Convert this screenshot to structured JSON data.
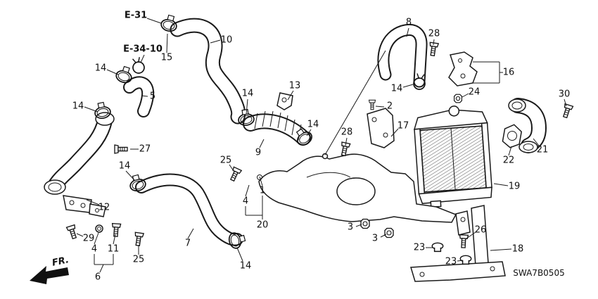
{
  "diagram": {
    "code": "SWA7B0505",
    "fr": "FR.",
    "callouts": [
      "E-31",
      "15",
      "10",
      "E-34-10",
      "14",
      "5",
      "14",
      "13",
      "14",
      "14",
      "9",
      "27",
      "12",
      "14",
      "25",
      "1",
      "4",
      "20",
      "7",
      "14",
      "29",
      "4",
      "11",
      "25",
      "6",
      "2",
      "17",
      "28",
      "3",
      "3",
      "8",
      "28",
      "14",
      "16",
      "24",
      "30",
      "21",
      "22",
      "19",
      "26",
      "23",
      "23",
      "18"
    ]
  }
}
